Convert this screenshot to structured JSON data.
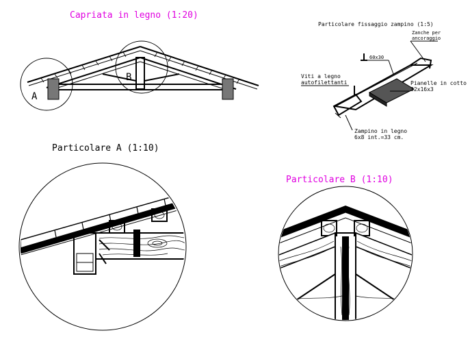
{
  "titles": {
    "truss": "Capriata in legno (1:20)",
    "detail_a": "Particolare A (1:10)",
    "detail_b": "Particolare B (1:10)",
    "fixing": "Particolare fissaggio zampino (1:5)"
  },
  "markers": {
    "a": "A",
    "b": "B"
  },
  "fixing_labels": {
    "zanche": "Zanche per",
    "zanche2": "ancoraggio",
    "beam_size": "60x30",
    "viti": "Viti a legno",
    "viti2": "autofilettanti",
    "pianelle": "Pianelle in cotto",
    "pianelle2": "32x16x3",
    "zampino": "Zampino in legno",
    "zampino2": "6x8 int.=33 cm."
  },
  "colors": {
    "title_accent": "#e000e0",
    "line": "#000000"
  }
}
